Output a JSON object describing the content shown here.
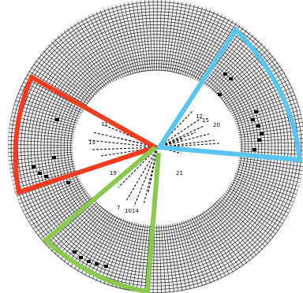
{
  "detector": {
    "track_labels": [
      {
        "id": "label-11",
        "text": "11"
      },
      {
        "id": "label-13",
        "text": "13"
      },
      {
        "id": "label-15",
        "text": "15"
      },
      {
        "id": "label-12",
        "text": "12"
      },
      {
        "id": "label-20",
        "text": "20"
      },
      {
        "id": "label-19",
        "text": "19"
      },
      {
        "id": "label-21",
        "text": "21"
      },
      {
        "id": "label-7",
        "text": "7"
      },
      {
        "id": "label-1014",
        "text": "1014"
      }
    ],
    "sectors": [
      {
        "name": "red-sector",
        "color": "#f03c1f"
      },
      {
        "name": "blue-sector",
        "color": "#58c6f0"
      },
      {
        "name": "green-sector",
        "color": "#8cc84e"
      }
    ],
    "ink_color": "#1a1a1a",
    "background": "#ffffff"
  }
}
